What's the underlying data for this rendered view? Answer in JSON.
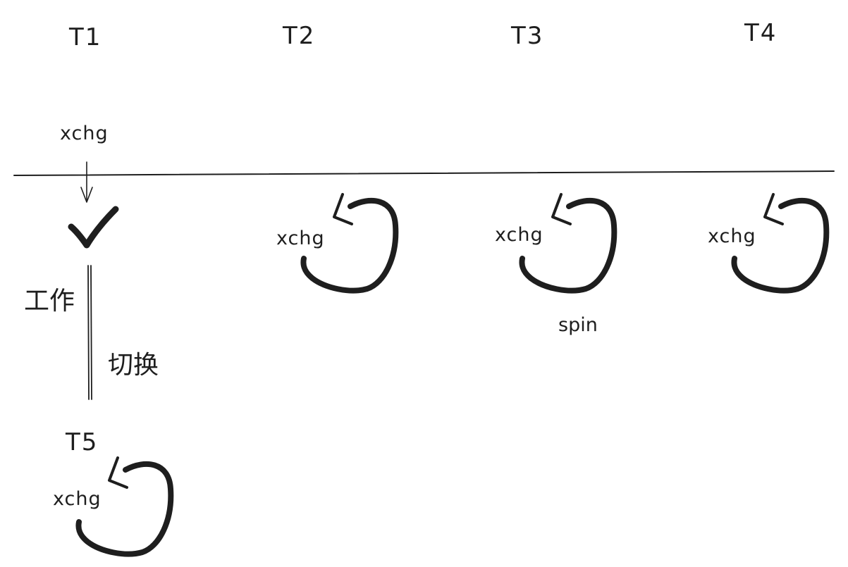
{
  "threads": [
    {
      "id": "t1",
      "name": "T1"
    },
    {
      "id": "t2",
      "name": "T2"
    },
    {
      "id": "t3",
      "name": "T3"
    },
    {
      "id": "t4",
      "name": "T4"
    },
    {
      "id": "t5",
      "name": "T5"
    }
  ],
  "op_label": "xchg",
  "spin_label": "spin",
  "work_label": "工作",
  "switch_label": "切换",
  "colors": {
    "ink": "#1e1e1e",
    "background": "#ffffff"
  }
}
